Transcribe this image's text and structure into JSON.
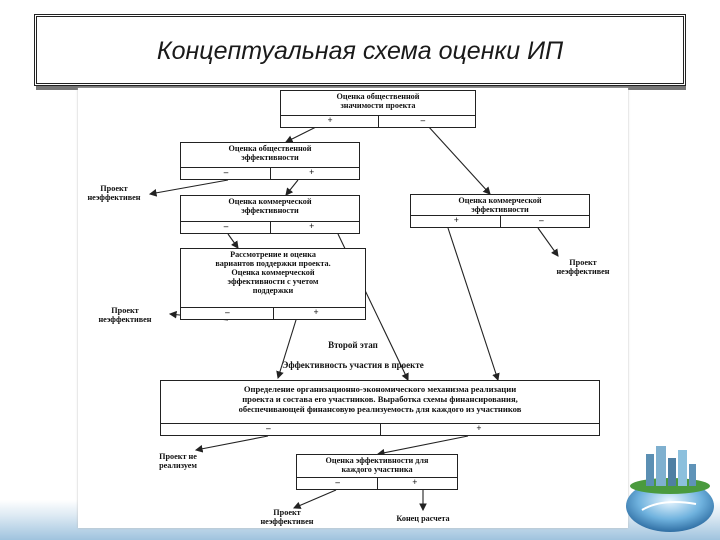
{
  "slide": {
    "title": "Концептуальная схема оценки ИП"
  },
  "nodes": {
    "n1": {
      "label": "Оценка общественной\nзначимости проекта",
      "plus": "+",
      "minus": "–"
    },
    "n2": {
      "label": "Оценка общественной\nэффективности",
      "minus": "–",
      "plus": "+"
    },
    "n3": {
      "label": "Оценка коммерческой\nэффективности",
      "minus": "–",
      "plus": "+"
    },
    "n4": {
      "label": "Оценка коммерческой\nэффективности",
      "plus": "+",
      "minus": "–"
    },
    "n5": {
      "label": "Рассмотрение и оценка\nвариантов поддержки проекта.\nОценка коммерческой\nэффективности с учетом\nподдержки",
      "minus": "–",
      "plus": "+"
    },
    "n6": {
      "label": "Определение организационно-экономического механизма реализации\nпроекта и состава его участников. Выработка схемы финансирования,\nобеспечивающей финансовую реализуемость для каждого из участников",
      "minus": "–",
      "plus": "+"
    },
    "n7": {
      "label": "Оценка эффективности для\nкаждого участника",
      "minus": "–",
      "plus": "+"
    }
  },
  "terminals": {
    "t1": "Проект\nнеэффективен",
    "t2": "Проект\nнеэффективен",
    "t3": "Проект\nнеэффективен",
    "t4": "Проект  не\nреализуем",
    "t5": "Проект\nнеэффективен",
    "t6": "Конец расчета"
  },
  "stage2": {
    "title": "Второй этап",
    "subtitle": "Эффективность участия в проекте"
  },
  "decor": {
    "globe_icon": "city-globe-icon",
    "band_color": "#9fc3de"
  }
}
